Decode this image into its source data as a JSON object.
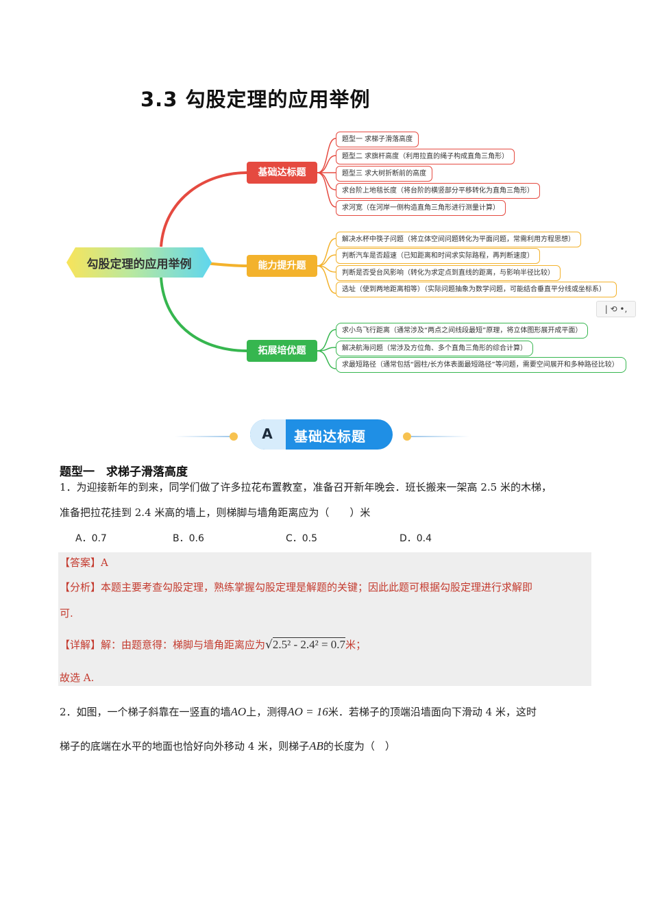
{
  "title": "3.3 勾股定理的应用举例",
  "mindmap": {
    "root": "勾股定理的应用举例",
    "branches": [
      {
        "label": "基础达标题",
        "color": "#e54a40",
        "items": [
          "题型一 求梯子滑落高度",
          "题型二 求旗杆高度（利用拉直的绳子构成直角三角形）",
          "题型三 求大树折断前的高度",
          "求台阶上地毯长度（将台阶的横竖部分平移转化为直角三角形）",
          "求河宽（在河岸一侧构造直角三角形进行测量计算）"
        ]
      },
      {
        "label": "能力提升题",
        "color": "#f3b22c",
        "items": [
          "解决水杯中筷子问题（将立体空间问题转化为平面问题，常需利用方程思想）",
          "判断汽车是否超速（已知距离和时间求实际路程，再判断速度）",
          "判断是否受台风影响（转化为求定点到直线的距离，与影响半径比较）",
          "选址（使到两地距离相等）（实际问题抽象为数学问题，可能结合垂直平分线或坐标系）"
        ]
      },
      {
        "label": "拓展培优题",
        "color": "#36b64f",
        "items": [
          "求小鸟飞行距离（通常涉及“两点之间线段最短”原理，将立体图形展开成平面）",
          "解决航海问题（常涉及方位角、多个直角三角形的综合计算）",
          "求最短路径（通常包括“圆柱/长方体表面最短路径”等问题，需要空间展开和多种路径比较）"
        ]
      }
    ]
  },
  "toolbar_widget": "| ⟲ •,",
  "section": {
    "letter": "A",
    "label": "基础达标题"
  },
  "heading": "题型一　求梯子滑落高度",
  "q1": {
    "line1": "1．为迎接新年的到来，同学们做了许多拉花布置教室，准备召开新年晚会．班长搬来一架高 2.5 米的木梯，",
    "line2": "准备把拉花挂到 2.4 米高的墙上，则梯脚与墙角距离应为（　　）米",
    "options": [
      "A．0.7",
      "B．0.6",
      "C．0.5",
      "D．0.4"
    ]
  },
  "solution": {
    "answer": "【答案】A",
    "analysis_line1": "【分析】本题主要考查勾股定理，熟练掌握勾股定理是解题的关键；因此此题可根据勾股定理进行求解即",
    "analysis_line2": "可.",
    "detail_prefix": "【详解】解：由题意得：梯脚与墙角距离应为",
    "detail_math": "2.5² - 2.4² = 0.7",
    "detail_suffix": "米；",
    "conclusion": "故选 A."
  },
  "q2": {
    "line1_a": "2．如图，一个梯子斜靠在一竖直的墙",
    "line1_m1": "AO",
    "line1_b": "上，测得",
    "line1_m2": "AO = 16",
    "line1_c": "米．若梯子的顶端沿墙面向下滑动 4 米，这时",
    "line2_a": "梯子的底端在水平的地面也恰好向外移动 4 米，则梯子",
    "line2_m": "AB",
    "line2_b": "的长度为（　）"
  }
}
